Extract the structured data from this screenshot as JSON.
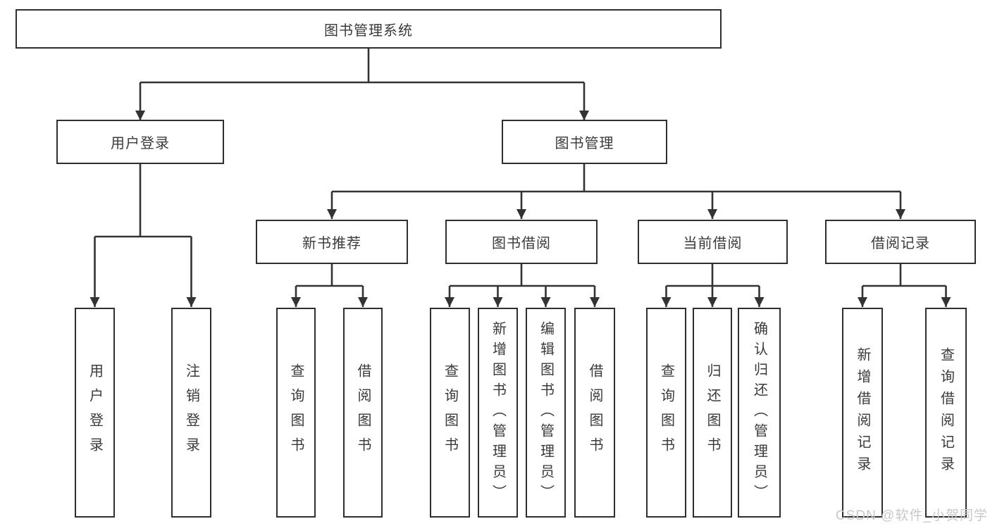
{
  "colors": {
    "line": "#333333",
    "box_border": "#2f2f2f",
    "text": "#3a3a3a",
    "watermark": "#c8c8c8",
    "background": "#ffffff"
  },
  "watermark": {
    "text": "CSDN @软件_小贺同学"
  },
  "nodes": {
    "root": {
      "label": "图书管理系统"
    },
    "user_login": {
      "label": "用户登录",
      "children": [
        {
          "label": "用户登录"
        },
        {
          "label": "注销登录"
        }
      ]
    },
    "book_mgmt": {
      "label": "图书管理",
      "children": [
        {
          "label": "新书推荐",
          "children": [
            {
              "label": "查询图书"
            },
            {
              "label": "借阅图书"
            }
          ]
        },
        {
          "label": "图书借阅",
          "children": [
            {
              "label": "查询图书"
            },
            {
              "label": "新增图书（管理员）"
            },
            {
              "label": "编辑图书（管理员）"
            },
            {
              "label": "借阅图书"
            }
          ]
        },
        {
          "label": "当前借阅",
          "children": [
            {
              "label": "查询图书"
            },
            {
              "label": "归还图书"
            },
            {
              "label": "确认归还（管理员）"
            }
          ]
        },
        {
          "label": "借阅记录",
          "children": [
            {
              "label": "新增借阅记录"
            },
            {
              "label": "查询借阅记录"
            }
          ]
        }
      ]
    }
  }
}
